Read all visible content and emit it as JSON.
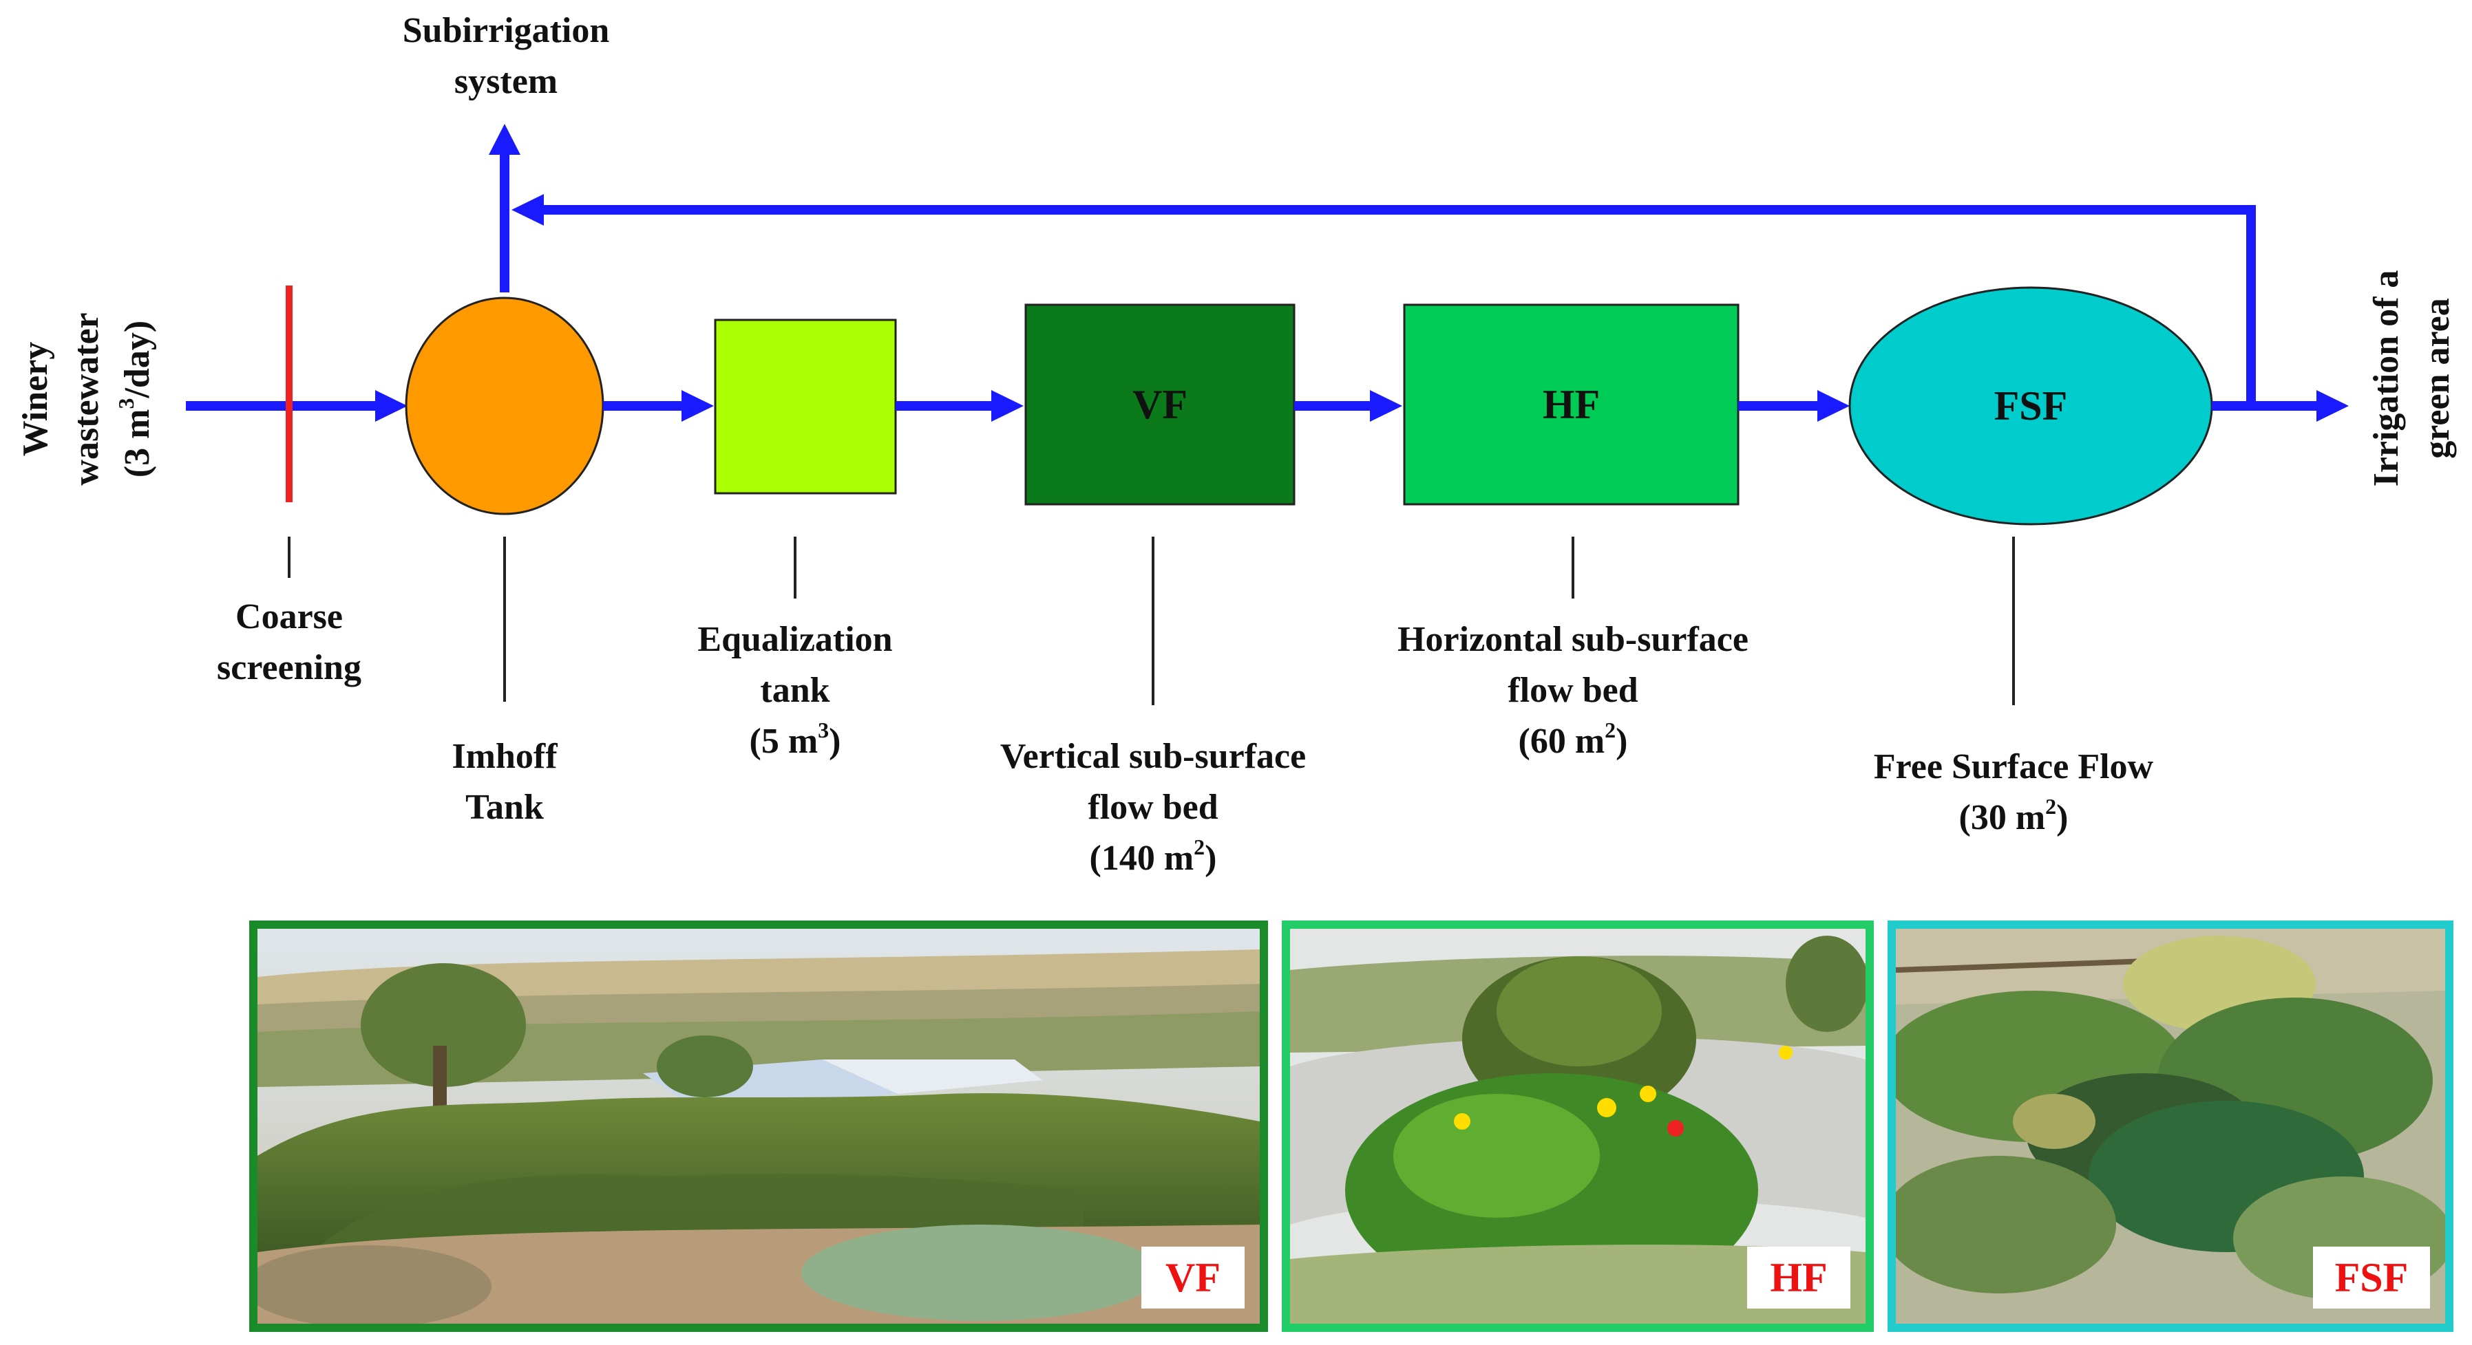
{
  "inflow": {
    "line1": "Winery",
    "line2": "wastewater",
    "line3_pre": "(3 m",
    "line3_sup": "3",
    "line3_post": "/day)"
  },
  "outflow": {
    "line1": "Irrigation of a",
    "line2": "green area"
  },
  "subirrigation": {
    "line1": "Subirrigation",
    "line2": "system"
  },
  "nodes": {
    "vf": "VF",
    "hf": "HF",
    "fsf": "FSF"
  },
  "labels": {
    "coarse": {
      "line1": "Coarse",
      "line2": "screening"
    },
    "imhoff": {
      "line1": "Imhoff",
      "line2": "Tank"
    },
    "equalization": {
      "line1": "Equalization",
      "line2": "tank",
      "line3_pre": "(5 m",
      "line3_sup": "3",
      "line3_post": ")"
    },
    "vertical": {
      "line1": "Vertical sub-surface",
      "line2": "flow bed",
      "line3_pre": "(140 m",
      "line3_sup": "2",
      "line3_post": ")"
    },
    "horizontal": {
      "line1": "Horizontal sub-surface",
      "line2": "flow bed",
      "line3_pre": "(60 m",
      "line3_sup": "2",
      "line3_post": ")"
    },
    "free": {
      "line1": "Free Surface Flow",
      "line2_pre": "(30 m",
      "line2_sup": "2",
      "line2_post": ")"
    }
  },
  "photos": {
    "vf_tag": "VF",
    "hf_tag": "HF",
    "fsf_tag": "FSF"
  },
  "colors": {
    "flow_arrow": "#1a1aff",
    "screen": "#ee2222",
    "imhoff": "#ff9900",
    "equalization": "#aaff00",
    "vf": "#0a7a1a",
    "hf": "#00cc55",
    "fsf": "#00cccc",
    "vf_frame": "#1a8a2a",
    "hf_frame": "#22cc66",
    "fsf_frame": "#22cccc"
  }
}
